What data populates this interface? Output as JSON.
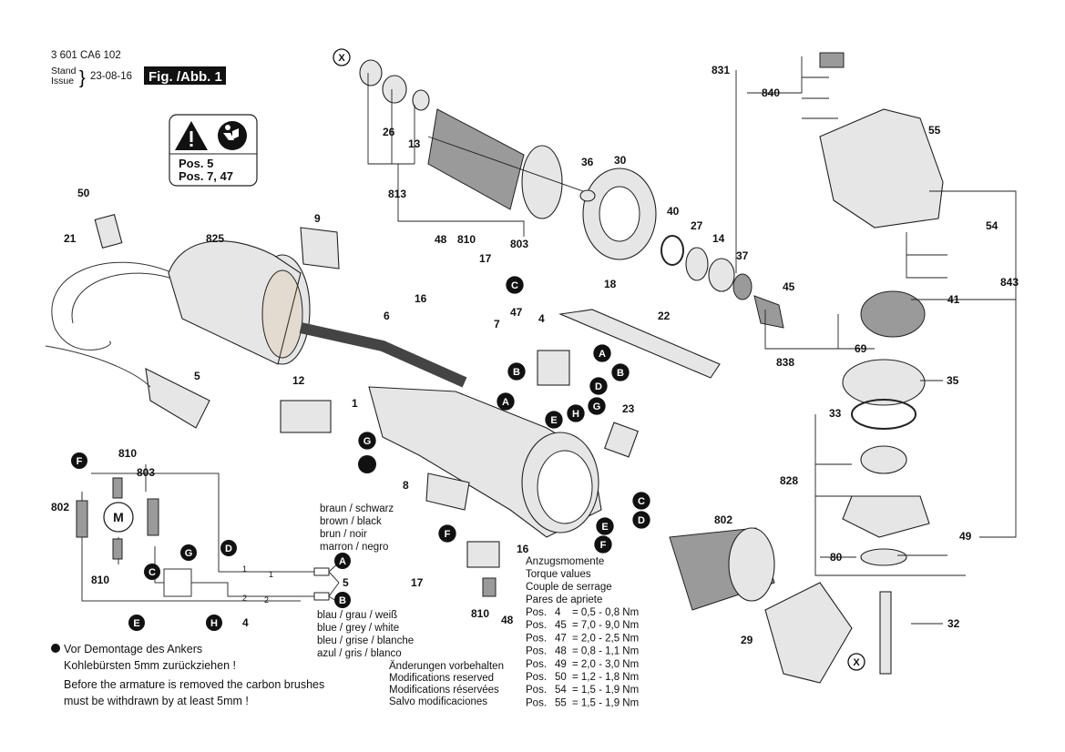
{
  "header": {
    "part_number": "3 601 CA6 102",
    "stand": "Stand",
    "issue": "Issue",
    "date": "23-08-16",
    "figure": "Fig. /Abb. 1"
  },
  "warning_box": {
    "line1": "Pos. 5",
    "line2": "Pos. 7, 47",
    "icons": [
      "warning-triangle-icon",
      "read-manual-icon"
    ]
  },
  "callouts": [
    "50",
    "21",
    "825",
    "9",
    "6",
    "5",
    "12",
    "1",
    "8",
    "26",
    "13",
    "813",
    "803",
    "36",
    "30",
    "40",
    "27",
    "14",
    "37",
    "48",
    "810",
    "17",
    "16",
    "18",
    "7",
    "47",
    "4",
    "22",
    "23",
    "45",
    "838",
    "831",
    "840",
    "55",
    "54",
    "843",
    "41",
    "69",
    "35",
    "33",
    "828",
    "49",
    "80",
    "32",
    "802",
    "29",
    "16",
    "17",
    "810",
    "48"
  ],
  "markers": [
    "X",
    "X",
    "C",
    "A",
    "B",
    "B",
    "D",
    "A",
    "G",
    "E",
    "H",
    "G",
    "C",
    "E",
    "D",
    "F",
    "F"
  ],
  "circuit": {
    "labels": [
      "810",
      "803",
      "802",
      "M",
      "810",
      "4",
      "5"
    ],
    "markers": [
      "F",
      "G",
      "D",
      "C",
      "E",
      "H",
      "A",
      "B"
    ],
    "terminals": [
      "1",
      "1",
      "2",
      "2"
    ]
  },
  "wire_colors": {
    "top": [
      "braun  / schwarz",
      "brown  / black",
      "brun    / noir",
      "marron / negro"
    ],
    "bottom": [
      "blau / grau / weiß",
      "blue / grey  / white",
      "bleu / grise / blanche",
      "azul / gris   / blanco"
    ]
  },
  "torque": {
    "titles": [
      "Anzugsmomente",
      "Torque values",
      "Couple de serrage",
      "Pares de apriete"
    ],
    "rows": [
      {
        "pos": "Pos.",
        "num": "4",
        "value": "= 0,5 - 0,8 Nm"
      },
      {
        "pos": "Pos.",
        "num": "45",
        "value": "= 7,0 - 9,0 Nm"
      },
      {
        "pos": "Pos.",
        "num": "47",
        "value": "= 2,0 - 2,5 Nm"
      },
      {
        "pos": "Pos.",
        "num": "48",
        "value": "= 0,8 - 1,1 Nm"
      },
      {
        "pos": "Pos.",
        "num": "49",
        "value": "= 2,0 - 3,0 Nm"
      },
      {
        "pos": "Pos.",
        "num": "50",
        "value": "= 1,2 - 1,8  Nm"
      },
      {
        "pos": "Pos.",
        "num": "54",
        "value": "= 1,5 - 1,9  Nm"
      },
      {
        "pos": "Pos.",
        "num": "55",
        "value": "= 1,5 - 1,9  Nm"
      }
    ]
  },
  "modifications": [
    "Änderungen vorbehalten",
    "Modifications reserved",
    "Modifications réservées",
    "Salvo modificaciones"
  ],
  "footnote": {
    "de1": "Vor Demontage des Ankers",
    "de2": "Kohlebürsten 5mm zurückziehen !",
    "en1": "Before the armature is removed the carbon brushes",
    "en2": "must be withdrawn by at least 5mm !"
  }
}
